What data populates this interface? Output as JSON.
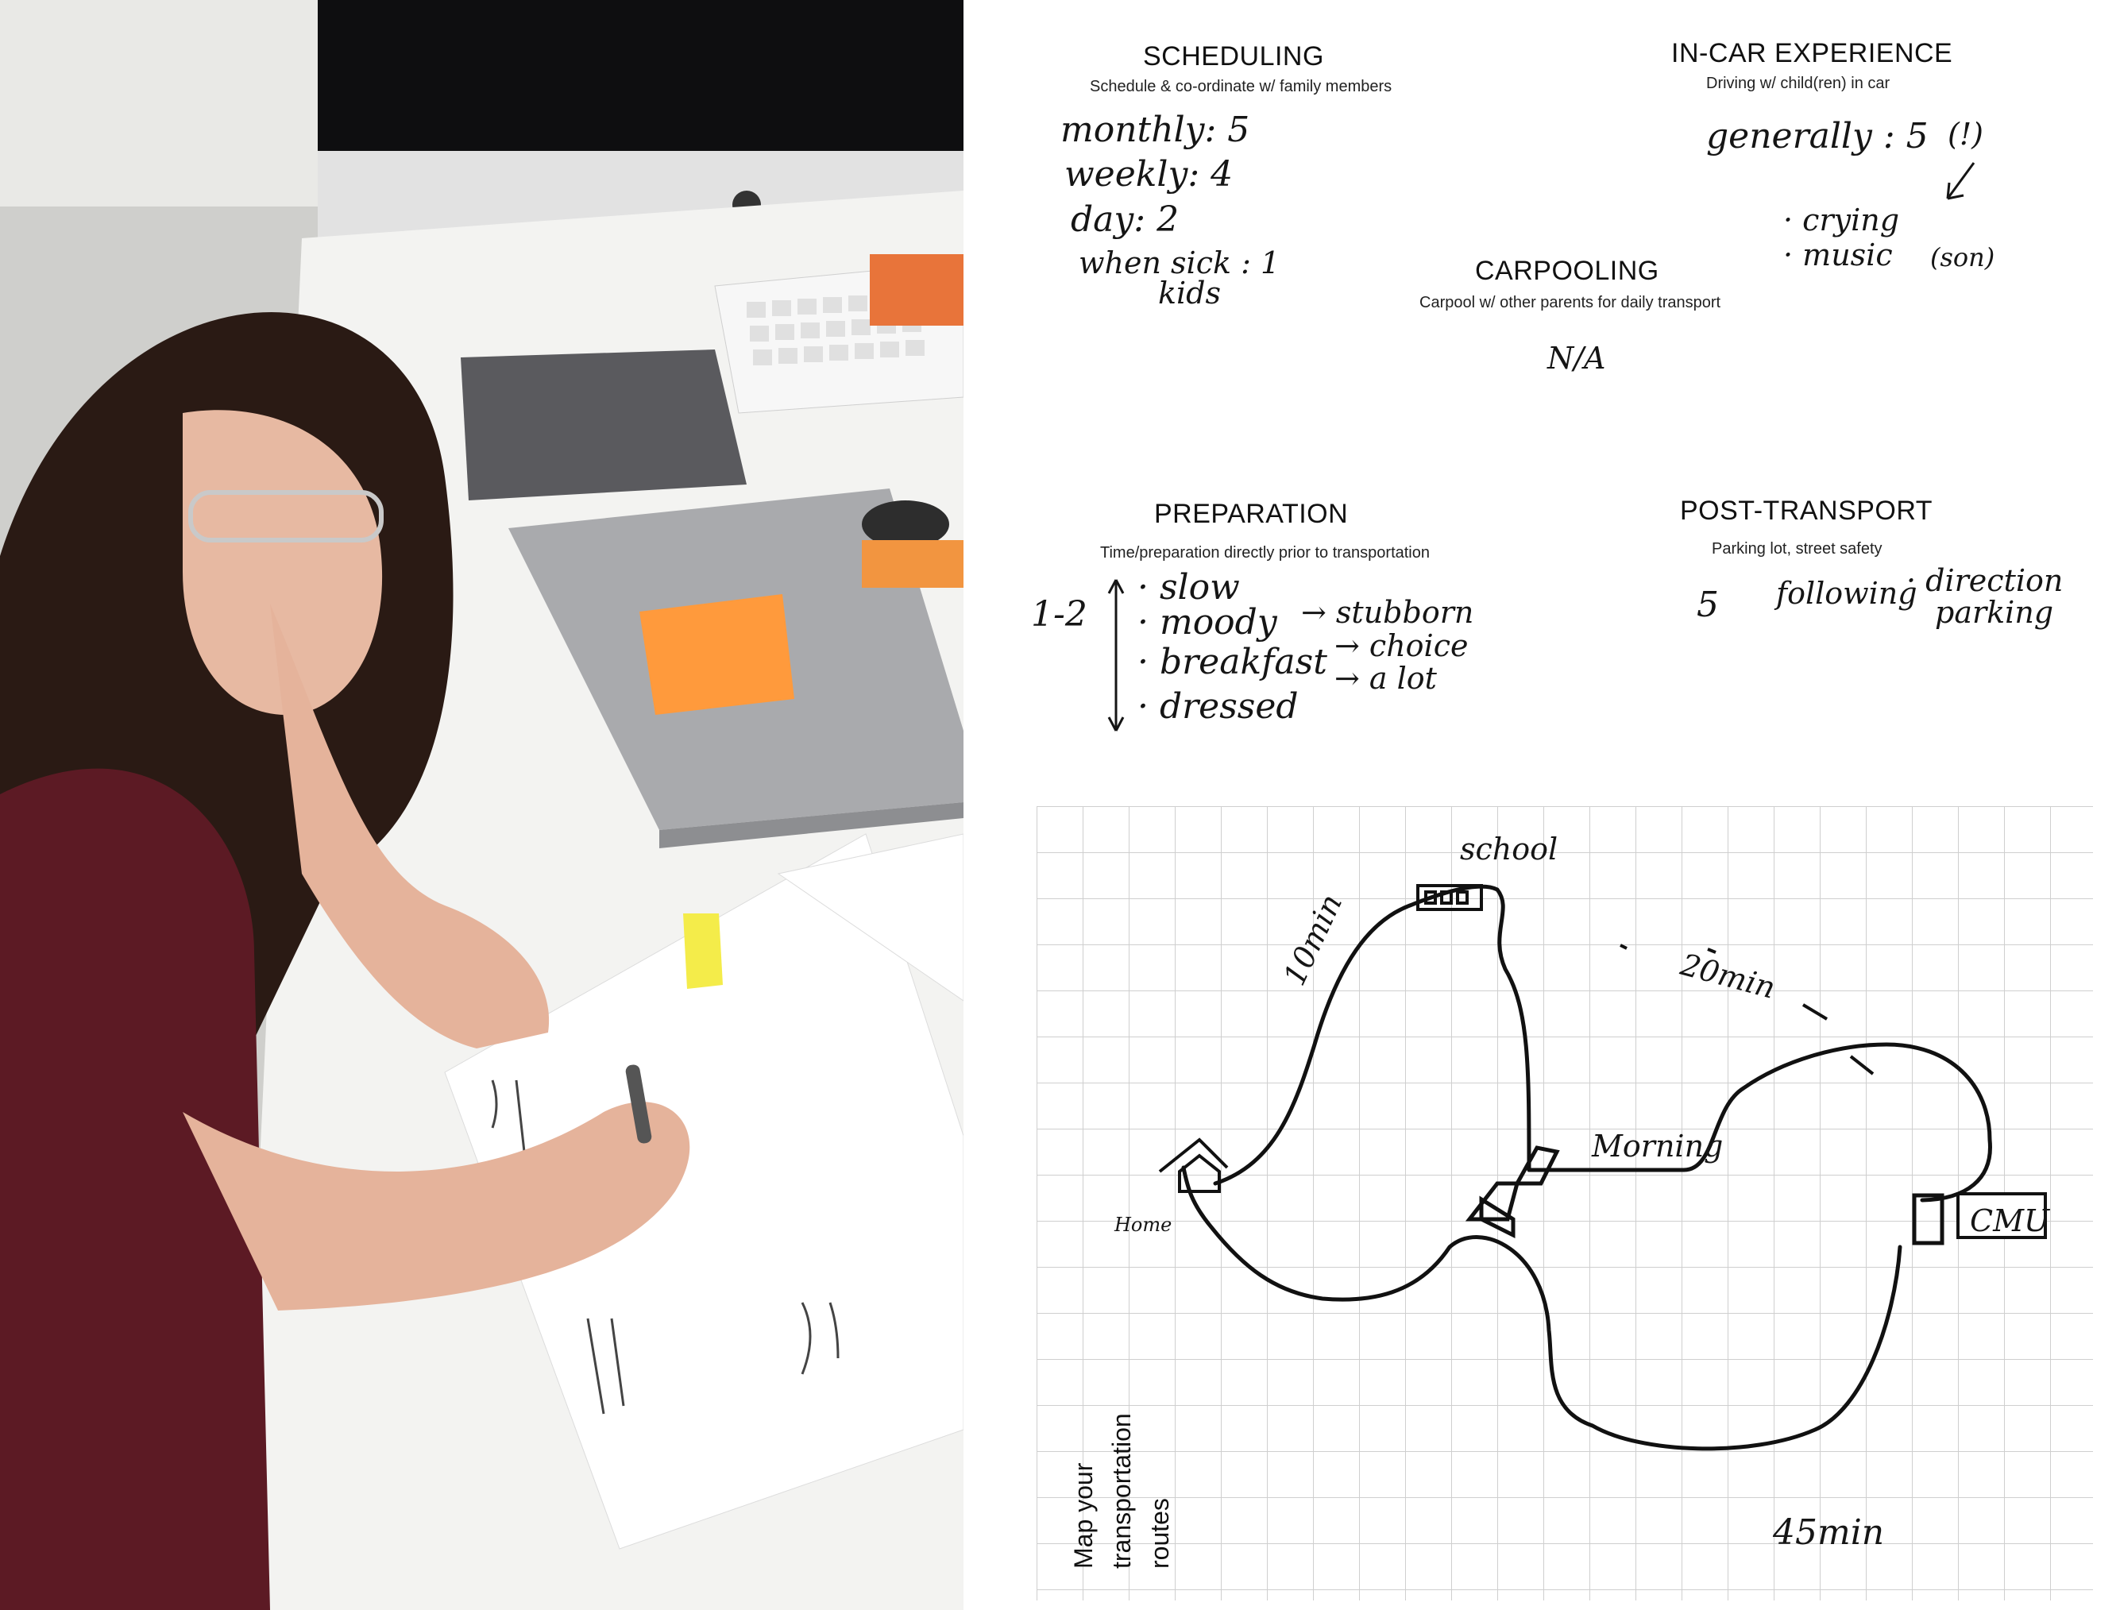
{
  "sections": {
    "scheduling": {
      "title": "SCHEDULING",
      "subtitle": "Schedule & co-ordinate w/ family members",
      "notes": [
        "monthly: 5",
        "weekly: 4",
        "day: 2",
        "when sick : 1",
        "kids"
      ]
    },
    "in_car": {
      "title": "IN-CAR EXPERIENCE",
      "subtitle": "Driving w/ child(ren) in car",
      "notes": [
        "generally : 5",
        "(!)",
        "· crying",
        "· music",
        "(son)"
      ]
    },
    "carpooling": {
      "title": "CARPOOLING",
      "subtitle": "Carpool w/ other parents for daily transport",
      "notes": [
        "N/A"
      ]
    },
    "preparation": {
      "title": "PREPARATION",
      "subtitle": "Time/preparation directly prior to transportation",
      "rating": "1-2",
      "notes": [
        "· slow",
        "· moody",
        "→ stubborn",
        "· breakfast",
        "→ choice",
        "→ a lot",
        "· dressed"
      ]
    },
    "post_transport": {
      "title": "POST-TRANSPORT",
      "subtitle": "Parking lot, street safety",
      "rating": "5",
      "notes": [
        "following",
        "· direction",
        "parking"
      ]
    }
  },
  "map": {
    "title_lines": [
      "Map your",
      "transportation",
      "routes"
    ],
    "labels": {
      "school": "school",
      "home": "Home",
      "morning": "Morning",
      "cmu": "CMU",
      "t10": "10min",
      "t20": "20min",
      "t45": "45min"
    }
  },
  "photo": {
    "desc_colors": {
      "shirt": "#5c1a24",
      "hair": "#2a1a14",
      "desk": "#f3f3f1",
      "sticky": "#ff9a3c"
    }
  }
}
